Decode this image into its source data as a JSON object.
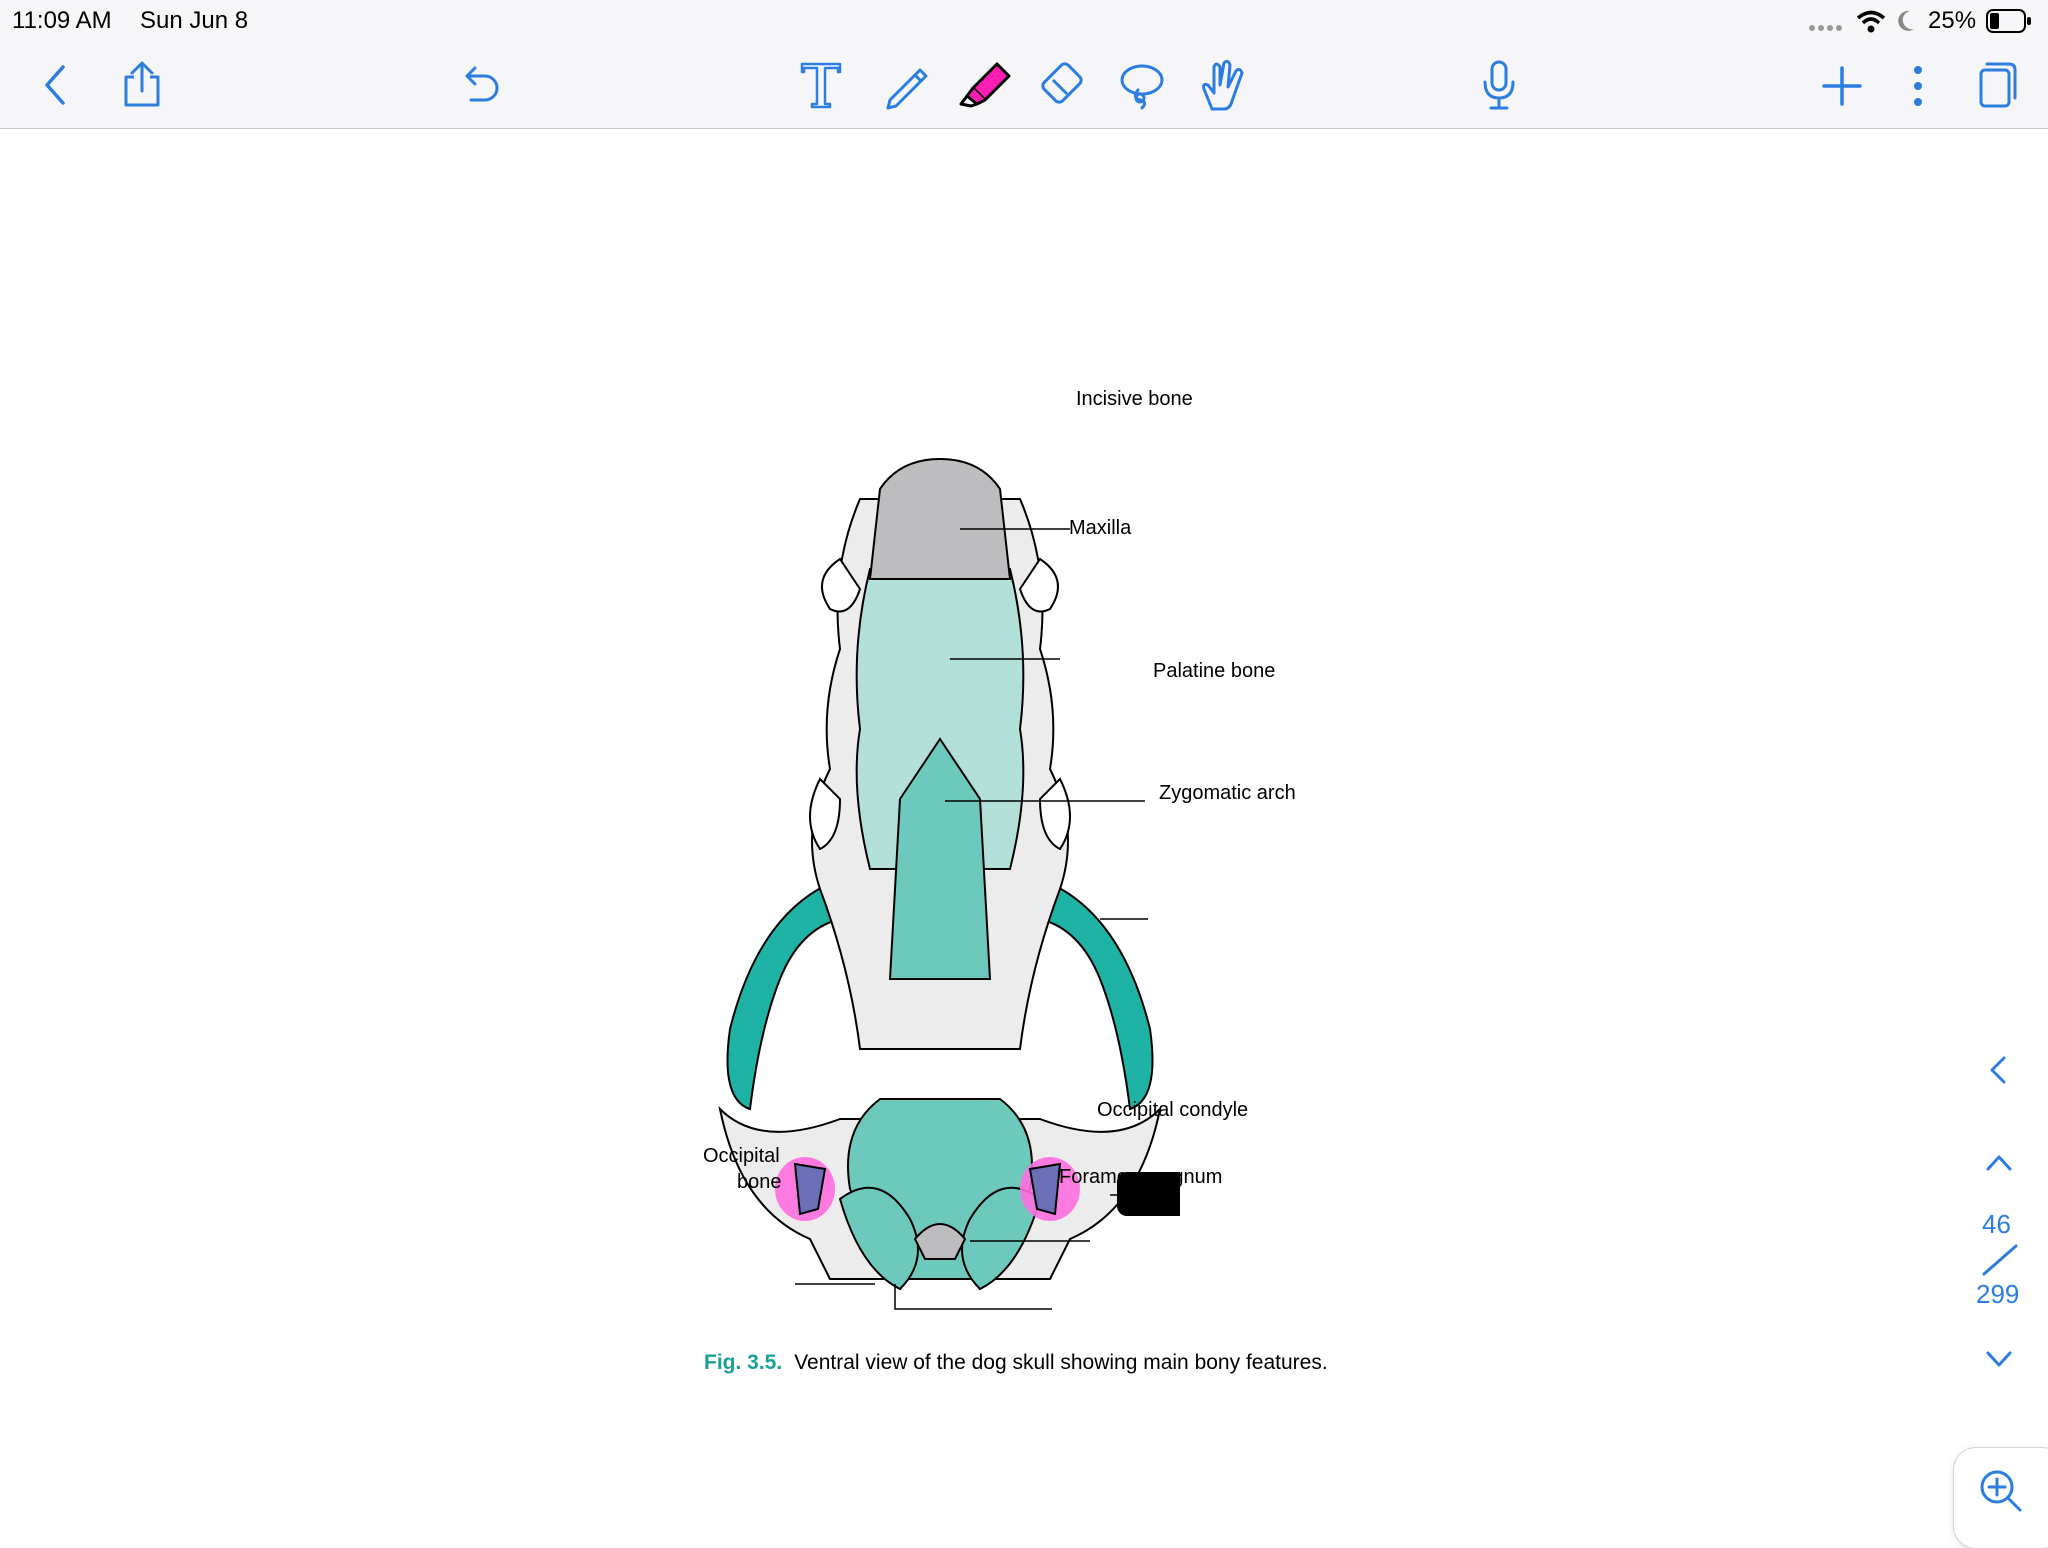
{
  "status": {
    "time": "11:09 AM",
    "date": "Sun Jun 8",
    "battery": "25%"
  },
  "toolbar": {
    "left": [
      "back-icon",
      "share-icon",
      "undo-icon"
    ],
    "tools": [
      "text-tool-icon",
      "pen-icon",
      "highlighter-icon",
      "eraser-icon",
      "lasso-icon",
      "hand-pointer-icon"
    ],
    "center": [
      "microphone-icon"
    ],
    "right": [
      "add-icon",
      "more-icon",
      "pages-icon"
    ],
    "highlighter_color": "#ff1eb4"
  },
  "figure": {
    "labels": {
      "incisive": "Incisive bone",
      "maxilla": "Maxilla",
      "palatine": "Palatine bone",
      "zygomatic": "Zygomatic arch",
      "condyle": "Occipital condyle",
      "occipital_line1": "Occipital",
      "occipital_line2": "bone",
      "foramen": "Foramen magnum"
    },
    "caption_num": "Fig. 3.5.",
    "caption_text": "Ventral view of the dog skull showing main bony features.",
    "colors": {
      "teal_light": "#b2e0d8",
      "teal_mid": "#6cc9bb",
      "teal_dark": "#1fb3a5",
      "gray": "#bdbdbf",
      "bone_white": "#ececec",
      "highlight_pink": "#ff6fe0",
      "purple": "#6b6fb8"
    }
  },
  "page_nav": {
    "current": "46",
    "total": "299"
  }
}
